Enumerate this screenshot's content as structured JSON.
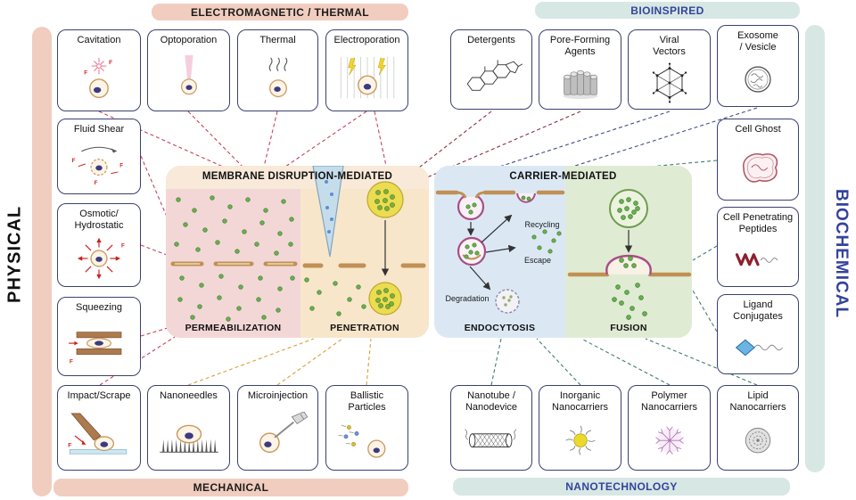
{
  "banners": {
    "electromagnetic_thermal": "ELECTROMAGNETIC / THERMAL",
    "bioinspired": "BIOINSPIRED",
    "physical": "PHYSICAL",
    "biochemical": "BIOCHEMICAL",
    "mechanical": "MECHANICAL",
    "nanotechnology": "NANOTECHNOLOGY"
  },
  "panels": {
    "membrane_disruption": {
      "title": "MEMBRANE DISRUPTION-MEDIATED",
      "sections": {
        "permeabilization": "PERMEABILIZATION",
        "penetration": "PENETRATION"
      }
    },
    "carrier": {
      "title": "CARRIER-MEDIATED",
      "sections": {
        "endocytosis": "ENDOCYTOSIS",
        "fusion": "FUSION"
      },
      "annotations": {
        "recycling": "Recycling",
        "escape": "Escape",
        "degradation": "Degradation"
      }
    }
  },
  "boxes": {
    "electromagnetic_row": [
      {
        "label": "Cavitation",
        "icon": "cavitation-icon"
      },
      {
        "label": "Optoporation",
        "icon": "optoporation-icon"
      },
      {
        "label": "Thermal",
        "icon": "thermal-icon"
      },
      {
        "label": "Electroporation",
        "icon": "electroporation-icon"
      }
    ],
    "physical_column": [
      {
        "label": "Fluid Shear",
        "icon": "fluid-shear-icon"
      },
      {
        "label": "Osmotic/\nHydrostatic",
        "icon": "osmotic-hydrostatic-icon"
      },
      {
        "label": "Squeezing",
        "icon": "squeezing-icon"
      },
      {
        "label": "Impact/Scrape",
        "icon": "impact-scrape-icon"
      }
    ],
    "mechanical_row": [
      {
        "label": "Nanoneedles",
        "icon": "nanoneedles-icon"
      },
      {
        "label": "Microinjection",
        "icon": "microinjection-icon"
      },
      {
        "label": "Ballistic\nParticles",
        "icon": "ballistic-particles-icon"
      }
    ],
    "bioinspired_row": [
      {
        "label": "Detergents",
        "icon": "detergents-icon"
      },
      {
        "label": "Pore-Forming\nAgents",
        "icon": "pore-forming-agents-icon"
      },
      {
        "label": "Viral\nVectors",
        "icon": "viral-vectors-icon"
      },
      {
        "label": "Exosome\n/ Vesicle",
        "icon": "exosome-vesicle-icon"
      }
    ],
    "biochemical_column": [
      {
        "label": "Cell Ghost",
        "icon": "cell-ghost-icon"
      },
      {
        "label": "Cell Penetrating\nPeptides",
        "icon": "cell-penetrating-peptides-icon"
      },
      {
        "label": "Ligand\nConjugates",
        "icon": "ligand-conjugates-icon"
      }
    ],
    "nanotechnology_row": [
      {
        "label": "Nanotube /\nNanodevice",
        "icon": "nanotube-nanodevice-icon"
      },
      {
        "label": "Inorganic\nNanocarriers",
        "icon": "inorganic-nanocarriers-icon"
      },
      {
        "label": "Polymer\nNanocarriers",
        "icon": "polymer-nanocarriers-icon"
      },
      {
        "label": "Lipid\nNanocarriers",
        "icon": "lipid-nanocarriers-icon"
      }
    ]
  },
  "colors": {
    "physical_banner": "#f1cdbf",
    "bio_banner": "#d7e7e4",
    "bio_text": "#34439b",
    "box_border": "#3a4170",
    "permeabilization_bg": "#f3d7d6",
    "penetration_bg": "#f8e6ca",
    "endocytosis_bg": "#dbe8f4",
    "fusion_bg": "#e0ebd3",
    "connector_physical": "#c2445c",
    "connector_mechanical": "#dc9f3c",
    "connector_bioinspired": "#3e4a86",
    "connector_biochemical": "#3e7d72"
  }
}
